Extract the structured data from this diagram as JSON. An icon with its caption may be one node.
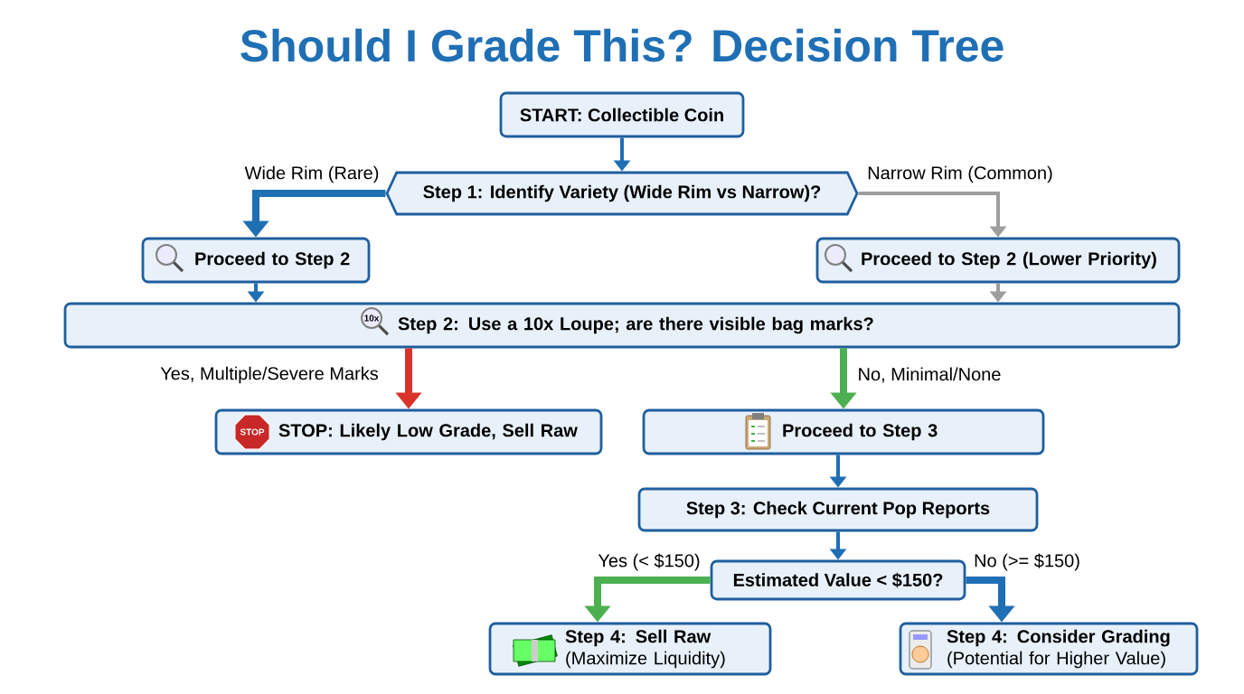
{
  "diagram": {
    "title": "Should I Grade This? Decision Tree",
    "nodes": [
      {
        "text": [
          "START: Collectible Coin"
        ]
      },
      {
        "text": [
          "Step 1: Identify Variety (Wide Rim vs Narrow)?"
        ]
      },
      {
        "text": [
          "Proceed to Step 2"
        ]
      },
      {
        "text": [
          "Proceed to Step 2 (Lower Priority)"
        ]
      },
      {
        "text": [
          "Step 2: Use a 10x Loupe; are there visible bag marks?"
        ]
      },
      {
        "text": [
          "STOP: Likely Low Grade, Sell Raw"
        ]
      },
      {
        "text": [
          "Proceed to Step 3"
        ]
      },
      {
        "text": [
          "Step 3: Check Current Pop Reports"
        ]
      },
      {
        "text": [
          "Estimated Value < $150?"
        ]
      },
      {
        "text": [
          "Step 4: Sell Raw",
          "(Maximize Liquidity)"
        ]
      },
      {
        "text": [
          "Step 4: Consider Grading",
          "(Potential for Higher Value)"
        ]
      }
    ],
    "edges": [
      {
        "from": 0,
        "to": 1,
        "arrow": "to"
      },
      {
        "from": 1,
        "to": 2,
        "arrow": "to",
        "label": "Wide Rim (Rare)",
        "style": "thick"
      },
      {
        "from": 1,
        "to": 3,
        "arrow": "to",
        "label": "Narrow Rim (Common)",
        "color": "#9e9e9e"
      },
      {
        "from": 2,
        "to": 4,
        "arrow": "to"
      },
      {
        "from": 3,
        "to": 4,
        "arrow": "to",
        "color": "#9e9e9e"
      },
      {
        "from": 4,
        "to": 5,
        "arrow": "to",
        "label": "Yes, Multiple/Severe Marks",
        "style": "thick",
        "color": "#d9342b"
      },
      {
        "from": 4,
        "to": 6,
        "arrow": "to",
        "label": "No, Minimal/None",
        "style": "thick",
        "color": "#4caf50"
      },
      {
        "from": 6,
        "to": 7,
        "arrow": "to"
      },
      {
        "from": 7,
        "to": 8,
        "arrow": "to"
      },
      {
        "from": 8,
        "to": 9,
        "arrow": "to",
        "label": "Yes (< $150)",
        "style": "thick",
        "color": "#4caf50"
      },
      {
        "from": 8,
        "to": 10,
        "arrow": "to",
        "label": "No (>= $150)",
        "style": "thick"
      }
    ],
    "labels": [
      "10x",
      "STOP"
    ]
  }
}
